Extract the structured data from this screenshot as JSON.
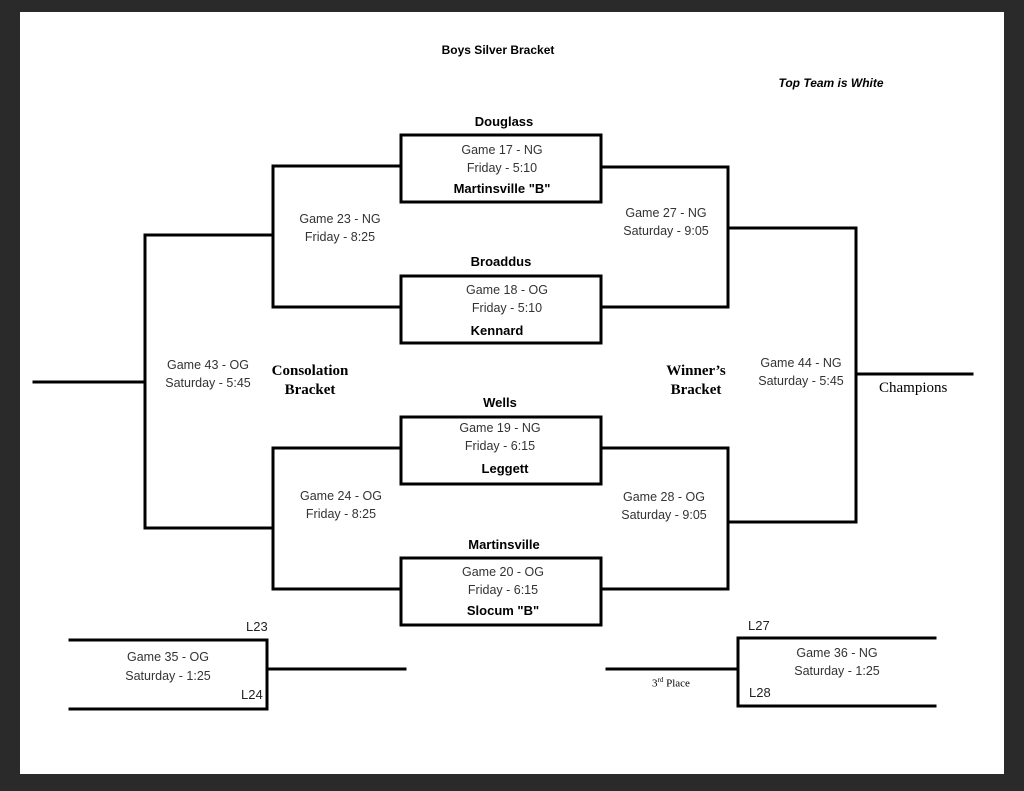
{
  "title": "Boys Silver Bracket",
  "note": "Top Team is White",
  "labels": {
    "consolation": [
      "Consolation",
      "Bracket"
    ],
    "winners": [
      "Winner’s",
      "Bracket"
    ],
    "champions": "Champions",
    "third_place_ordinal": "3",
    "third_place_sup": "rd",
    "third_place_word": "Place"
  },
  "teams": {
    "douglass": "Douglass",
    "martinsville_b": "Martinsville \"B\"",
    "broaddus": "Broaddus",
    "kennard": "Kennard",
    "wells": "Wells",
    "leggett": "Leggett",
    "martinsville": "Martinsville",
    "slocum_b": "Slocum \"B\""
  },
  "games": {
    "g17": {
      "name": "Game 17 - NG",
      "time": "Friday - 5:10"
    },
    "g18": {
      "name": "Game 18 - OG",
      "time": "Friday - 5:10"
    },
    "g19": {
      "name": "Game 19 - NG",
      "time": "Friday - 6:15"
    },
    "g20": {
      "name": "Game 20 - OG",
      "time": "Friday - 6:15"
    },
    "g23": {
      "name": "Game 23 - NG",
      "time": "Friday - 8:25"
    },
    "g24": {
      "name": "Game 24 - OG",
      "time": "Friday - 8:25"
    },
    "g27": {
      "name": "Game 27 - NG",
      "time": "Saturday - 9:05"
    },
    "g28": {
      "name": "Game 28 - OG",
      "time": "Saturday - 9:05"
    },
    "g43": {
      "name": "Game 43 - OG",
      "time": "Saturday - 5:45"
    },
    "g44": {
      "name": "Game 44 - NG",
      "time": "Saturday - 5:45"
    },
    "g35": {
      "name": "Game 35 - OG",
      "time": "Saturday - 1:25"
    },
    "g36": {
      "name": "Game 36 - NG",
      "time": "Saturday - 1:25"
    }
  },
  "losers": {
    "l23": "L23",
    "l24": "L24",
    "l27": "L27",
    "l28": "L28"
  }
}
